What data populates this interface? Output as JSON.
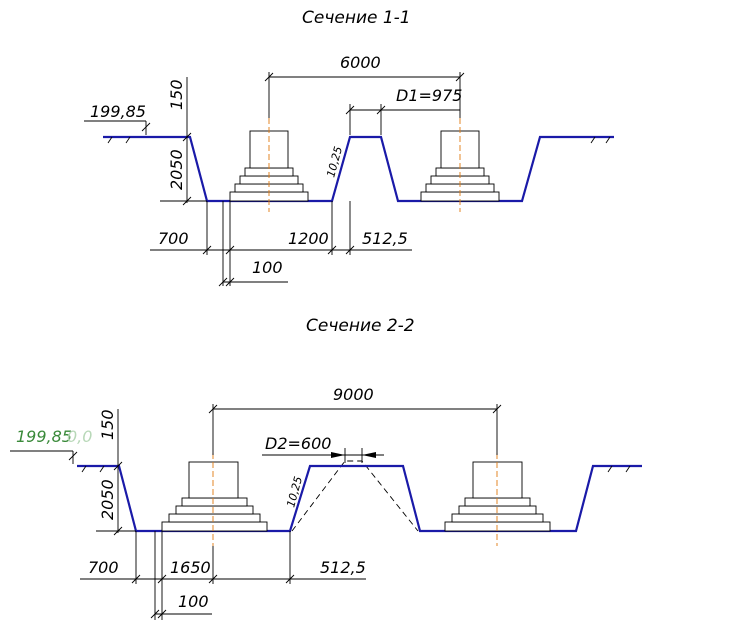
{
  "section1": {
    "title": "Сечение 1-1",
    "level": "199,85",
    "dim_top": "150",
    "dim_depth": "2050",
    "dim_span": "6000",
    "dim_d": "D1=975",
    "dim_slope": "10,25",
    "dim_left": "700",
    "dim_mid": "1200",
    "dim_right": "512,5",
    "dim_small": "100"
  },
  "section2": {
    "title": "Сечение 2-2",
    "level": "199,85",
    "level_ghost": "0,0",
    "dim_top": "150",
    "dim_depth": "2050",
    "dim_span": "9000",
    "dim_d": "D2=600",
    "dim_slope": "10,25",
    "dim_left": "700",
    "dim_mid": "1650",
    "dim_right": "512,5",
    "dim_small": "100"
  },
  "colors": {
    "profile": "#1a1aa8",
    "axis": "#e07a10",
    "line": "#000000"
  }
}
